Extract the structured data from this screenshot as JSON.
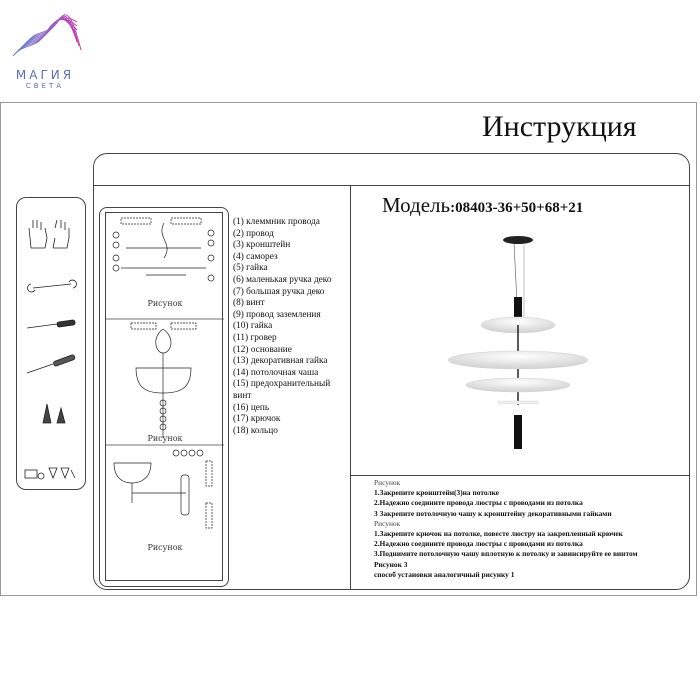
{
  "logo": {
    "brand": "МАГИЯ",
    "sub": "СВЕТА"
  },
  "header": {
    "title": "Инструкция"
  },
  "model": {
    "label": "Модель",
    "number": ":08403-36+50+68+21"
  },
  "figures": {
    "captions": [
      "Рисунок",
      "Рисунок",
      "Рисунок"
    ]
  },
  "parts": [
    "(1) клеммник провода",
    "(2) провод",
    "(3) кронштейн",
    "(4) саморез",
    "(5) гайка",
    "(6) маленькая ручка деко",
    "(7) большая ручка деко",
    "(8) винт",
    "(9) провод заземления",
    "(10) гайка",
    "(11) гровер",
    "(12) основание",
    "(13) декоративная гайка",
    "(14) потолочная чаша",
    "(15) предохранительный винт",
    "(16) цепь",
    "(17) крючок",
    "(18) кольцо"
  ],
  "steps": [
    "Рисунок",
    "1.Закрепите кронштейн(3)на потолке",
    "2.Надежно соедините провода люстры с проводами из потолка",
    "3 Закрепите потолочную чашу к кронштейну декоративными гайками",
    "Рисунок",
    "1.Закрепите крючок на потолке, повесте люстру на закрепленный крючек",
    "2.Надежно соедините провода люстры с проводами из потолка",
    "3.Поднимите потолочную чашу вплотную к потолку и завинсируйте ее винтом",
    "Рисунок 3",
    "способ установки аналогичный рисунку 1"
  ]
}
